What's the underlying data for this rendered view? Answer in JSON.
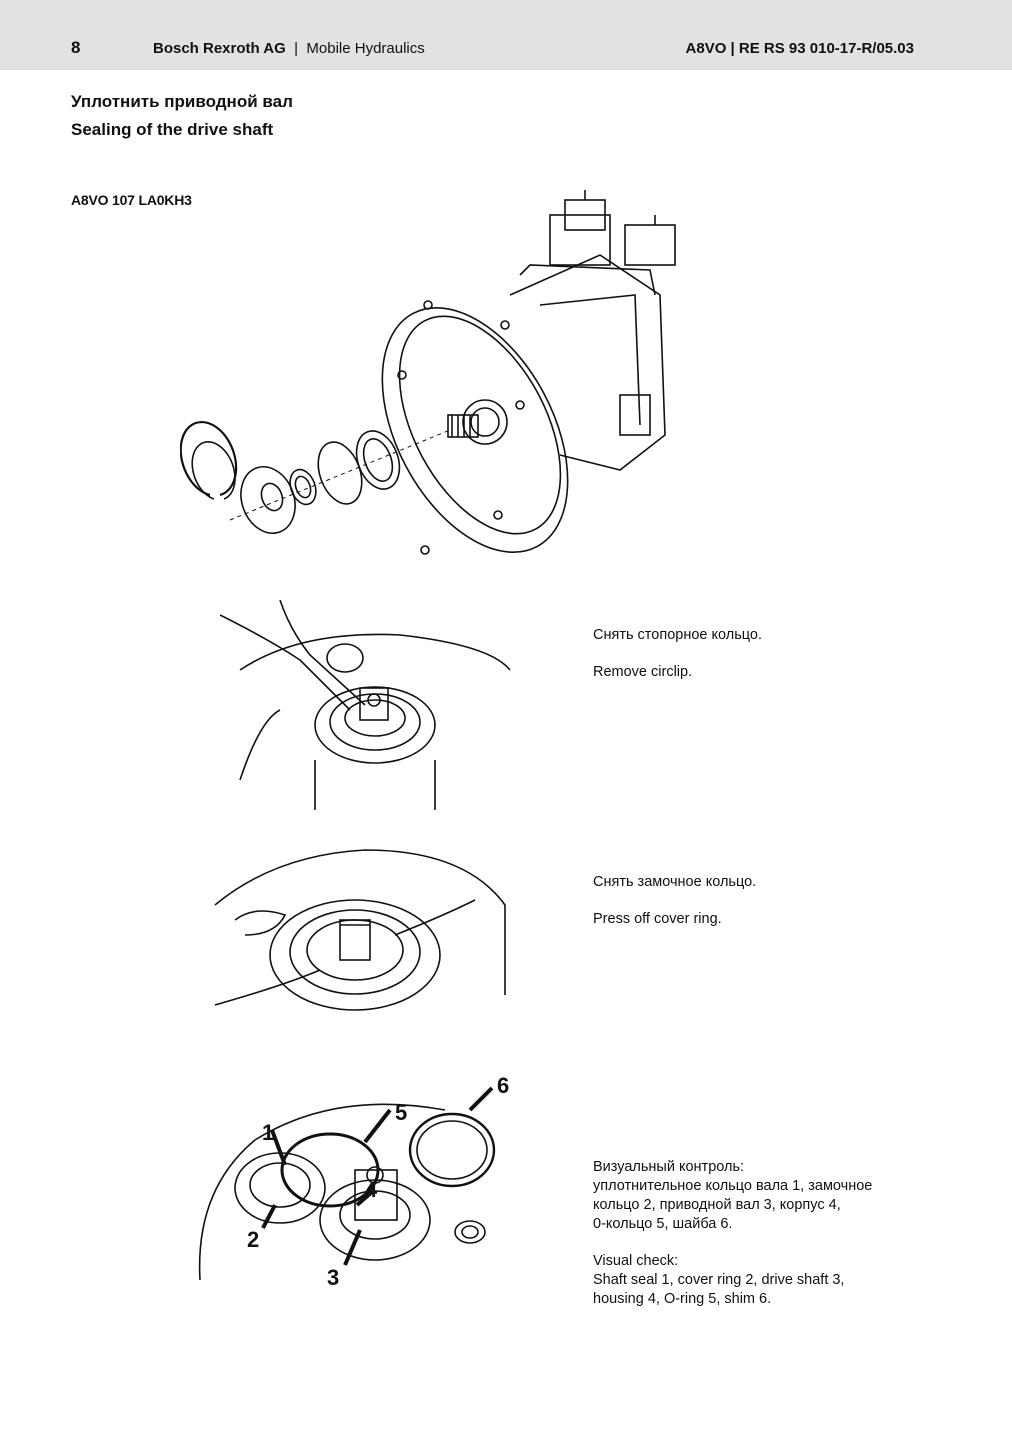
{
  "header": {
    "page_number": "8",
    "company": "Bosch Rexroth AG",
    "separator": "|",
    "division": "Mobile Hydraulics",
    "doc_ref": "A8VO  |  RE RS 93 010-17-R/05.03"
  },
  "titles": {
    "ru": "Уплотнить приводной вал",
    "en": "Sealing of the drive shaft"
  },
  "model": "A8VO 107 LA0KH3",
  "steps": [
    {
      "ru": "Снять стопорное кольцо.",
      "en": "Remove circlip."
    },
    {
      "ru": "Снять замочное кольцо.",
      "en": "Press off cover ring."
    },
    {
      "ru_heading": "Визуальный контроль:",
      "ru_lines": [
        "уплотнительное кольцо вала 1, замочное",
        "кольцо 2, приводной вал 3, корпус 4,",
        "0-кольцо 5, шайба 6."
      ],
      "en_heading": "Visual check:",
      "en_lines": [
        "Shaft seal 1, cover ring 2, drive shaft 3,",
        "housing 4, O-ring 5, shim 6."
      ]
    }
  ],
  "callouts": [
    "1",
    "2",
    "3",
    "4",
    "5",
    "6"
  ]
}
